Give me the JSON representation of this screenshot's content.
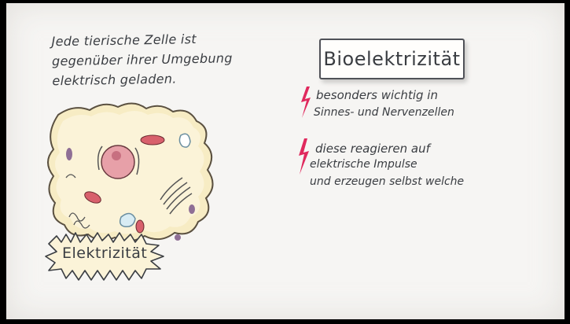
{
  "intro": {
    "lines": [
      "Jede tierische Zelle ist",
      "gegenüber ihrer Umgebung",
      "elektrisch geladen."
    ]
  },
  "title": "Bioelektrizität",
  "bullets": [
    {
      "lines": [
        "besonders wichtig in",
        "Sinnes- und Nervenzellen"
      ]
    },
    {
      "lines": [
        "diese reagieren auf",
        "elektrische Impulse",
        "und erzeugen selbst welche"
      ]
    }
  ],
  "cell": {
    "label": "Elektrizität",
    "label_icon": "lightning-burst"
  },
  "icons": {
    "bullet": "lightning-bolt-icon"
  },
  "colors": {
    "background": "#f6f5f3",
    "ink": "#3a3d42",
    "bolt": "#e0295d",
    "cell_fill": "#f7ecc4",
    "nucleus": "#e7a0a8",
    "mitochondria": "#d8606c",
    "vesicle": "#8f6f95"
  }
}
